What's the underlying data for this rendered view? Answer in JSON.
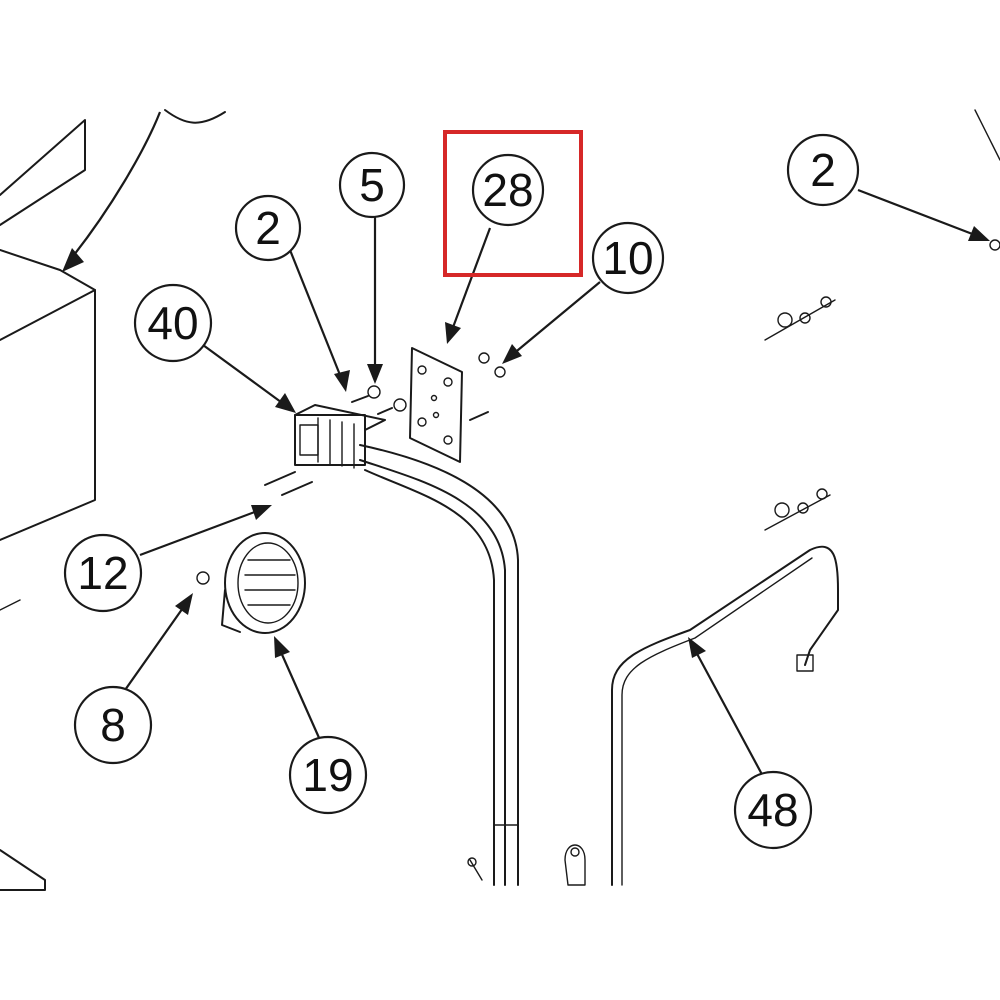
{
  "highlight_color": "#d62828",
  "callouts": [
    {
      "id": "c-2-left",
      "label": "2"
    },
    {
      "id": "c-5",
      "label": "5"
    },
    {
      "id": "c-28",
      "label": "28"
    },
    {
      "id": "c-10",
      "label": "10"
    },
    {
      "id": "c-2-right",
      "label": "2"
    },
    {
      "id": "c-40",
      "label": "40"
    },
    {
      "id": "c-12",
      "label": "12"
    },
    {
      "id": "c-8",
      "label": "8"
    },
    {
      "id": "c-19",
      "label": "19"
    },
    {
      "id": "c-48",
      "label": "48"
    }
  ],
  "highlighted_callout": "c-28"
}
